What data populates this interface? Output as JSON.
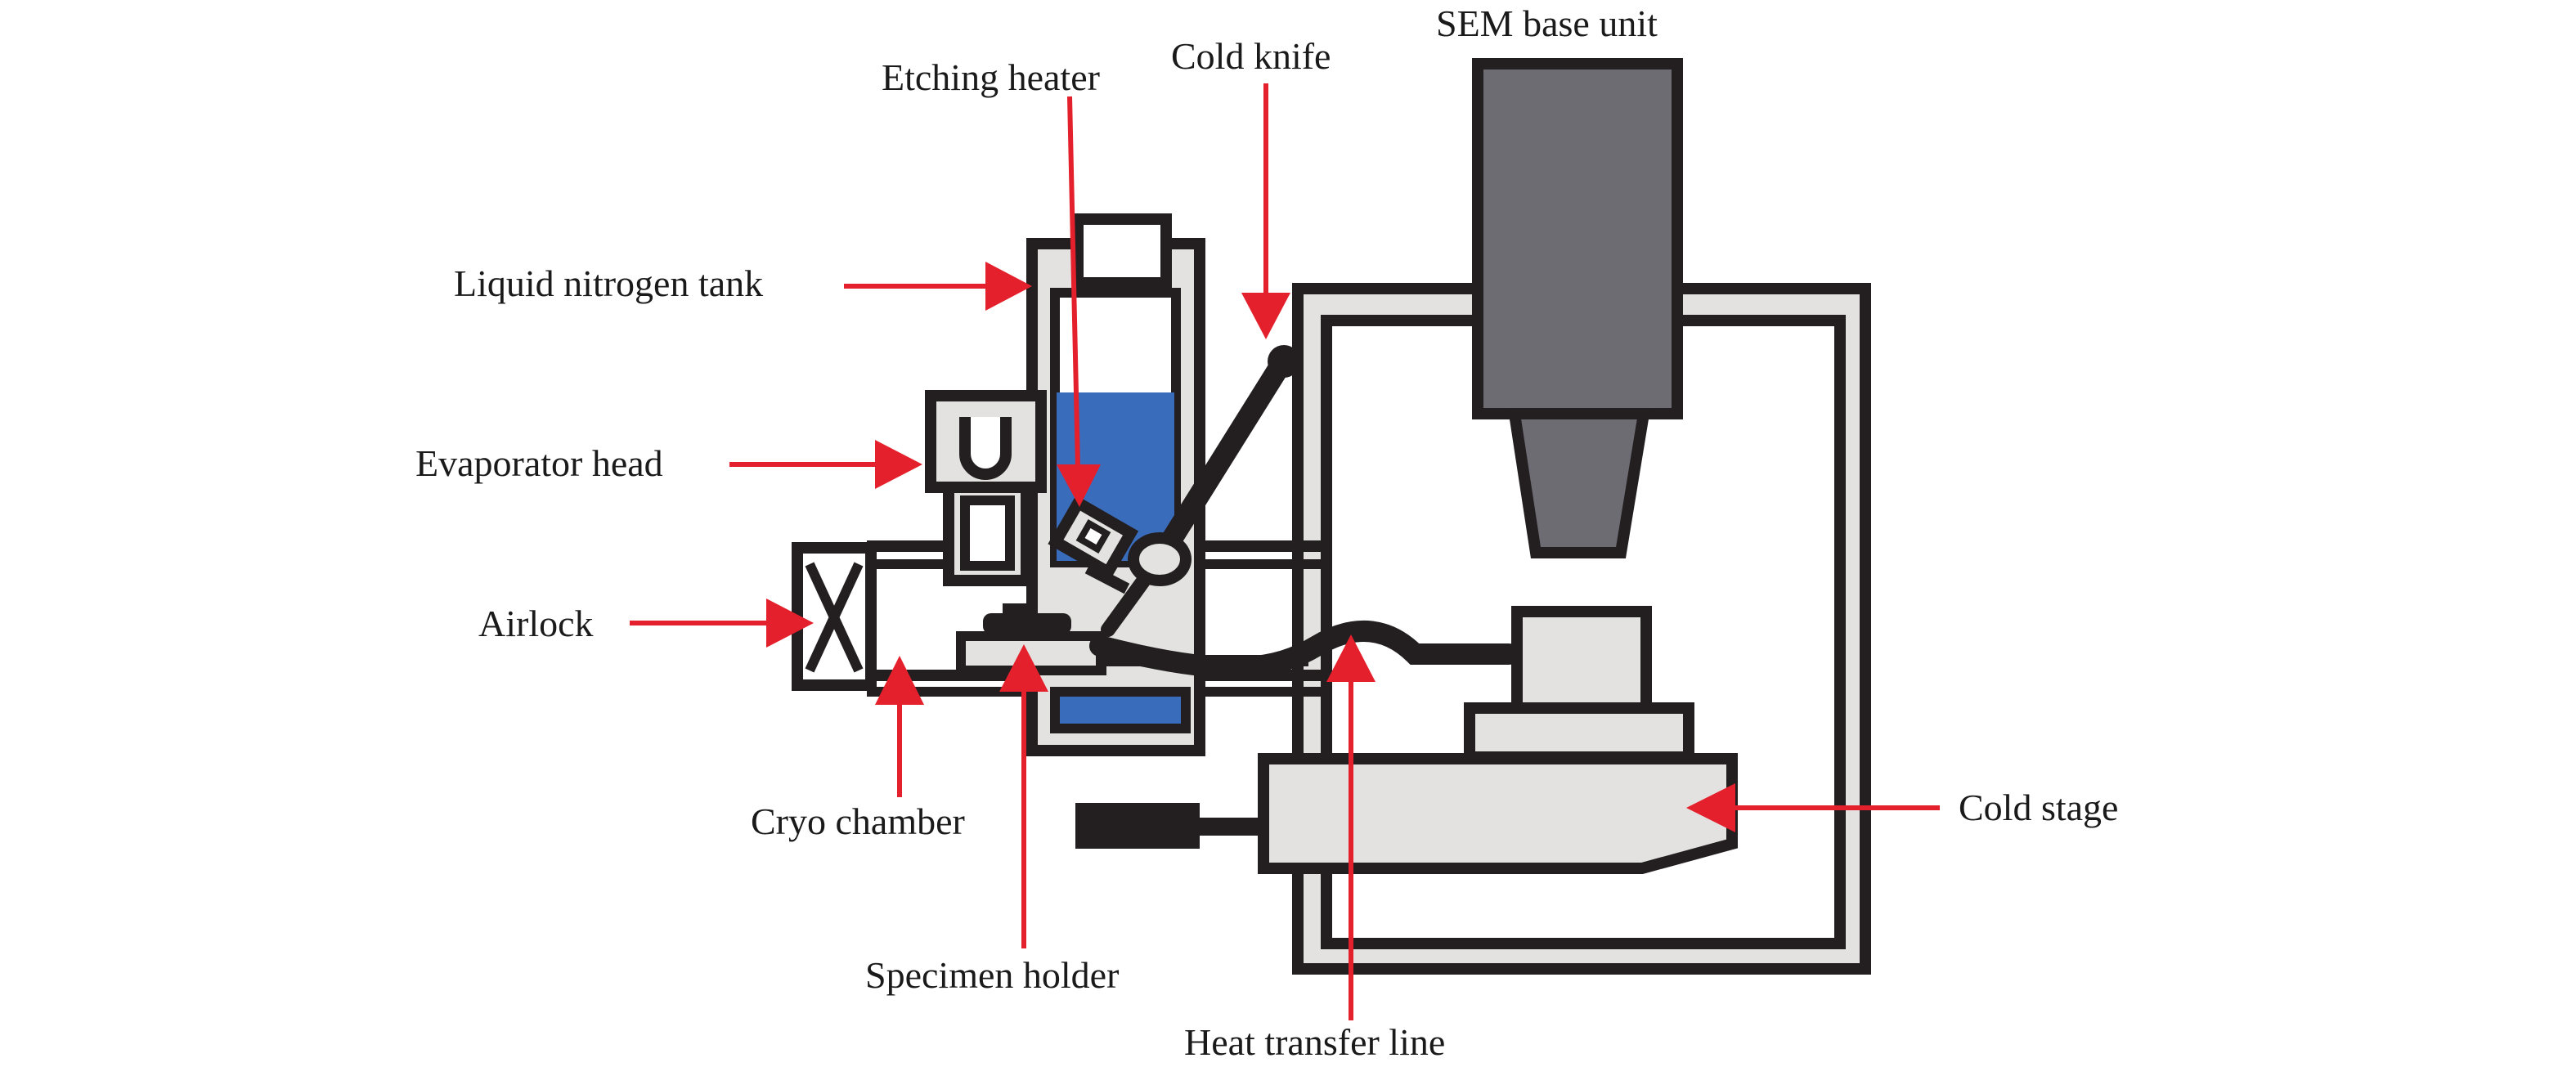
{
  "labels": {
    "sem_base_unit": "SEM base unit",
    "etching_heater": "Etching heater",
    "cold_knife": "Cold knife",
    "liquid_nitrogen_tank": "Liquid nitrogen tank",
    "evaporator_head": "Evaporator head",
    "airlock": "Airlock",
    "cryo_chamber": "Cryo chamber",
    "specimen_holder": "Specimen holder",
    "heat_transfer_line": "Heat transfer line",
    "cold_stage": "Cold stage"
  },
  "colors": {
    "outline": "#231f20",
    "light_fill": "#e3e2e0",
    "sem_fill": "#6d6c72",
    "nitrogen_fill": "#3a6cbc",
    "arrow": "#e3202b"
  }
}
